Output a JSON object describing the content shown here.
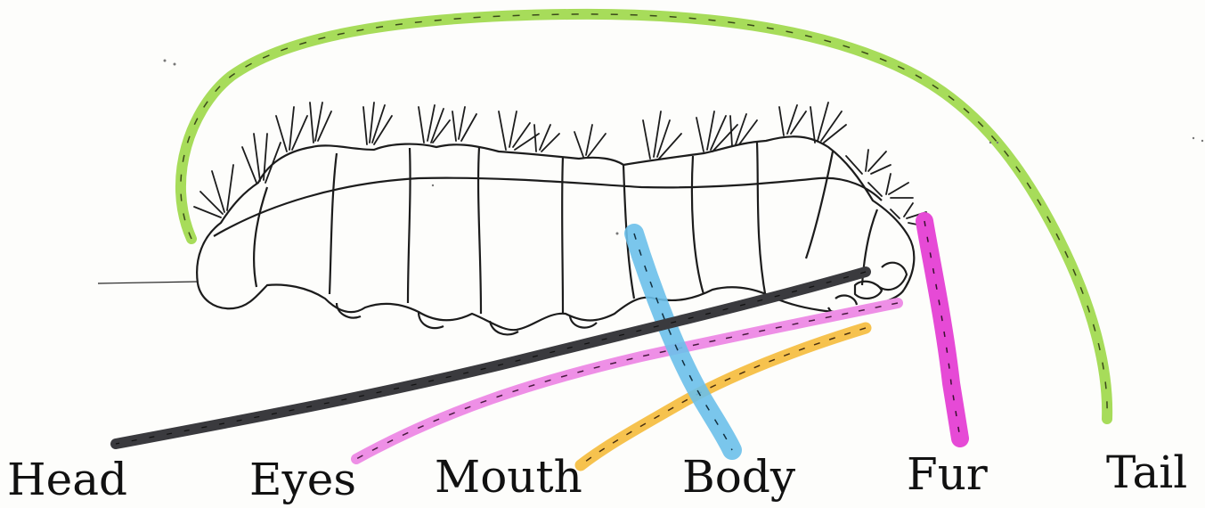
{
  "labels": {
    "head": "Head",
    "eyes": "Eyes",
    "mouth": "Mouth",
    "body": "Body",
    "fur": "Fur",
    "tail": "Tail"
  },
  "colors": {
    "head_line": "#3a3a3e",
    "eyes_line": "#ee8fe6",
    "mouth_line": "#f6c24e",
    "body_line": "#6cc0ea",
    "fur_line": "#e64ad6",
    "tail_line": "#a7dc5a",
    "outline": "#1c1c1c"
  }
}
